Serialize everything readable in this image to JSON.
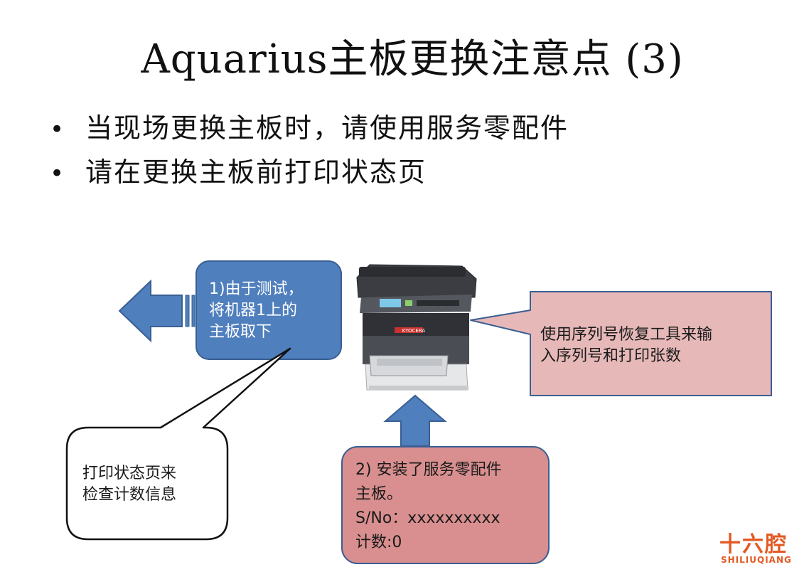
{
  "slide": {
    "title": "Aquarius主板更换注意点 (3)",
    "bullets": [
      "当现场更换主板时，请使用服务零配件",
      "请在更换主板前打印状态页"
    ]
  },
  "callouts": {
    "remove_board": {
      "lines": [
        "1)由于测试，",
        "将机器1上的",
        "主板取下"
      ]
    },
    "serial_tool": {
      "lines": [
        "使用序列号恢复工具来输",
        "入序列号和打印张数"
      ]
    },
    "print_status": {
      "lines": [
        "打印状态页来",
        "检查计数信息"
      ]
    },
    "install_part": {
      "lines": [
        "2) 安装了服务零配件",
        "主板。",
        "S/No：xxxxxxxxxx",
        "计数:0"
      ]
    }
  },
  "brand": {
    "printer_label": "KYOCERA",
    "watermark_main": "十六腔",
    "watermark_sub": "SHILIUQIANG"
  },
  "colors": {
    "blue_fill": "#4f7fbd",
    "blue_stroke": "#3a5f93",
    "pink_fill": "#e6b8b8",
    "pink_stroke": "#3a5f93",
    "salmon_fill": "#d98f8f",
    "watermark": "#e35a24"
  }
}
